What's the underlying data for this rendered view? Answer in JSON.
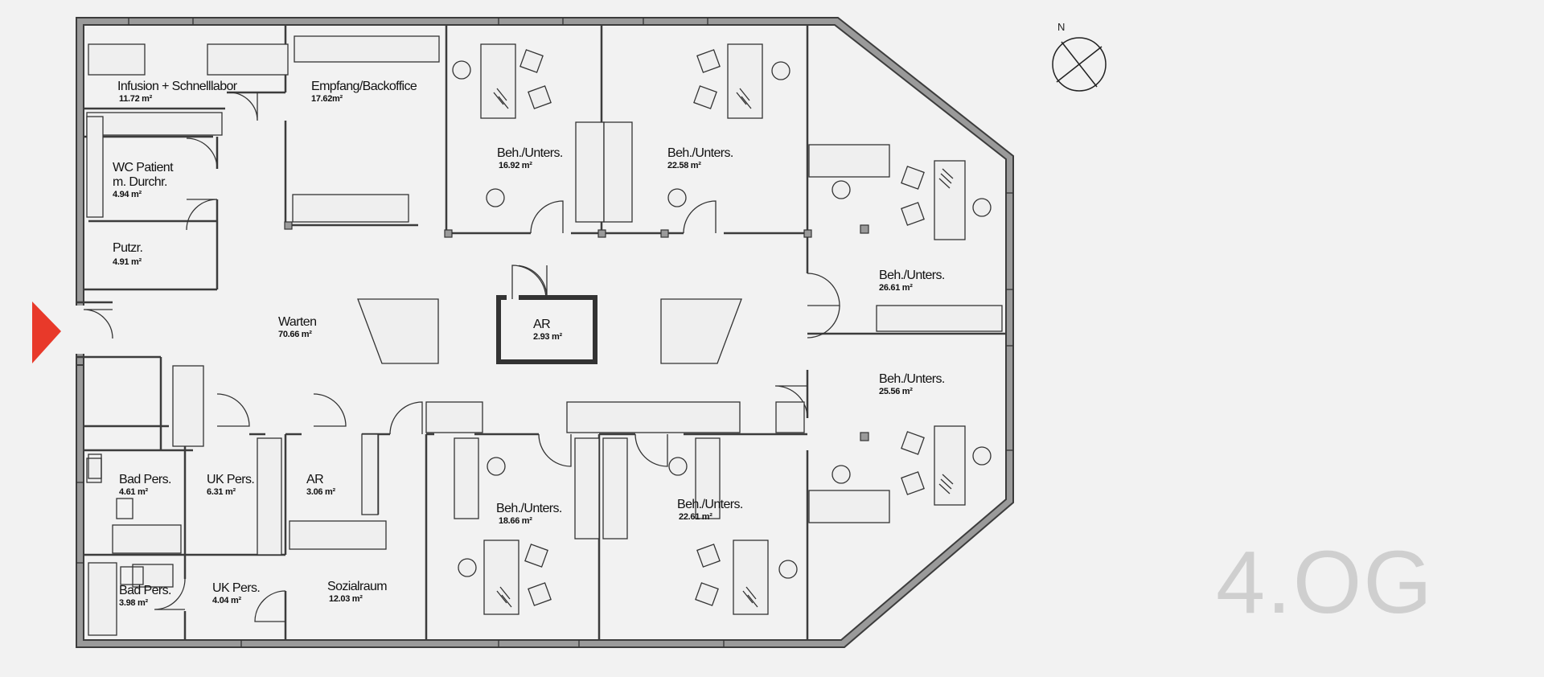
{
  "floor_label": "4.OG",
  "compass": {
    "north_label": "N"
  },
  "accent_color": "#e8392a",
  "rooms": [
    {
      "name": "Infusion + Schnelllabor",
      "area": "11.72  m²"
    },
    {
      "name": "Empfang/Backoffice",
      "area": "17.62m²"
    },
    {
      "name": "WC Patient",
      "name2": "m. Durchr.",
      "area": "4.94 m²"
    },
    {
      "name": "Putzr.",
      "area": "4.91 m²"
    },
    {
      "name": "Warten",
      "area": "70.66  m²"
    },
    {
      "name": "AR",
      "area": "2.93 m²"
    },
    {
      "name": "Beh./Unters.",
      "area": "16.92  m²"
    },
    {
      "name": "Beh./Unters.",
      "area": "22.58 m²"
    },
    {
      "name": "Beh./Unters.",
      "area": "26.61  m²"
    },
    {
      "name": "Beh./Unters.",
      "area": "25.56  m²"
    },
    {
      "name": "Beh./Unters.",
      "area": "18.66 m²"
    },
    {
      "name": "Beh./Unters.",
      "area": "22.61 m²"
    },
    {
      "name": "Bad Pers.",
      "area": "4.61 m²"
    },
    {
      "name": "UK Pers.",
      "area": "6.31 m²"
    },
    {
      "name": "AR",
      "area": "3.06 m²"
    },
    {
      "name": "Bad Pers.",
      "area": "3.98 m²"
    },
    {
      "name": "UK Pers.",
      "area": "4.04 m²"
    },
    {
      "name": "Sozialraum",
      "area": "12.03 m²"
    }
  ]
}
